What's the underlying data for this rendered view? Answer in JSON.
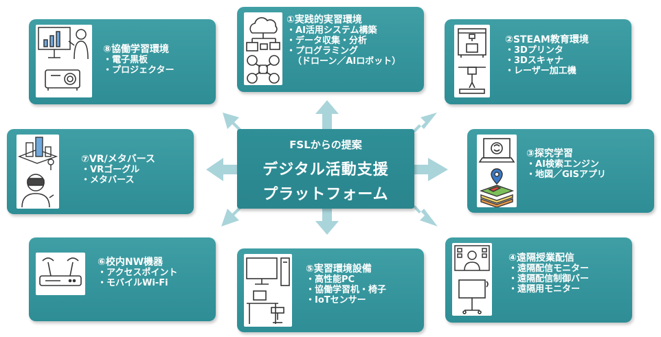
{
  "center": {
    "subtitle": "FSLからの提案",
    "title_line1": "デジタル活動支援",
    "title_line2": "プラットフォーム"
  },
  "boxes": {
    "b1": {
      "title": "①実践的実習環境",
      "items": [
        "AI活用システム構築",
        "データ収集・分析",
        "プログラミング",
        "（ドローン／AIロボット）"
      ]
    },
    "b2": {
      "title": "②STEAM教育環境",
      "items": [
        "3Dプリンタ",
        "3Dスキャナ",
        "レーザー加工機"
      ]
    },
    "b3": {
      "title": "③探究学習",
      "items": [
        "AI検索エンジン",
        "地図／GISアプリ"
      ]
    },
    "b4": {
      "title": "④遠隔授業配信",
      "items": [
        "遠隔配信モニター",
        "遠隔配信制御バー",
        "遠隔用モニター"
      ]
    },
    "b5": {
      "title": "⑤実習環境設備",
      "items": [
        "高性能PC",
        "協働学習机・椅子",
        "IoTセンサー"
      ]
    },
    "b6": {
      "title": "⑥校内NW機器",
      "items": [
        "アクセスポイント",
        "モバイルWi-Fi"
      ]
    },
    "b7": {
      "title": "⑦VR/メタバース",
      "items": [
        "VRゴーグル",
        "メタバース"
      ]
    },
    "b8": {
      "title": "⑧協働学習環境",
      "items": [
        "電子黒板",
        "プロジェクター"
      ]
    }
  },
  "colors": {
    "box": "#3797a0",
    "arrow": "#a9d4da",
    "icon_stroke": "#333333"
  },
  "icons": {
    "b1": [
      "cloud-network-icon",
      "drone-icon"
    ],
    "b2": [
      "3d-printer-icon",
      "laser-cutter-icon"
    ],
    "b3": [
      "ai-laptop-icon",
      "map-pin-layers-icon"
    ],
    "b4": [
      "video-monitor-icon",
      "display-stand-icon"
    ],
    "b5": [
      "desktop-pc-icon",
      "desk-chair-icon"
    ],
    "b6": [
      "wifi-router-icon"
    ],
    "b7": [
      "vr-city-icon",
      "vr-headset-person-icon"
    ],
    "b8": [
      "whiteboard-presenter-icon",
      "projector-icon"
    ]
  }
}
